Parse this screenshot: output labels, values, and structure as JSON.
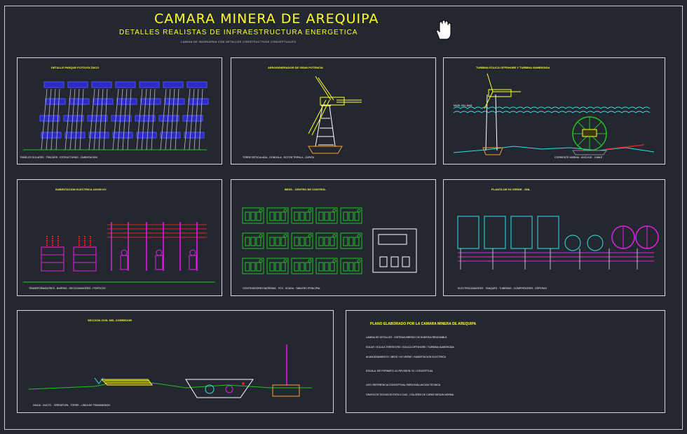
{
  "header": {
    "title": "CAMARA MINERA DE AREQUIPA",
    "subtitle": "DETALLES REALISTAS DE INFRAESTRUCTURA ENERGETICA",
    "caption": "LAMINA DE INGENIERIA CON DETALLES CONSTRUCTIVOS CONCEPTUALES"
  },
  "panels": {
    "solar": {
      "title": "DETALLE PARQUE FOTOVOLTAICO",
      "note": "PANELES SOLARES - TRACKER - ESTRUCTURAS - CIMENTACION"
    },
    "wind": {
      "title": "AEROGENERADOR DE GRAN POTENCIA",
      "note": "TORRE RETICULADA - GONDOLA - ROTOR TRIPALA - ZAPATA"
    },
    "offshore": {
      "title": "TURBINA EOLICA OFFSHORE Y TURBINA SUMERGIDA",
      "note": "NIVEL DEL MAR",
      "note2": "CORRIENTE MARINA - ANCLAJE - CABLE"
    },
    "substation": {
      "title": "SUBESTACION ELECTRICA 220/60 KV",
      "note": "TRANSFORMADORES - BARRAS - SECCIONADORES - PORTICOS"
    },
    "battery": {
      "title": "BESS - CENTRO DE CONTROL",
      "note": "CONTENEDORES BATERIAS - PCS - SCADA - TABLERO PRINCIPAL"
    },
    "hydrogen": {
      "title": "PLANTA DE H2 VERDE - GNL",
      "note": "ELECTROLIZADORES - TANQUES - TUBERIAS - COMPRESORES - ESFERAS"
    },
    "civil": {
      "title": "SECCION CIVIL DEL CORREDOR",
      "note": "ZANJA - DUCTO - TERRAPLEN - TORRE - LINEA DE TRANSMISION"
    },
    "info": {
      "title": "PLANO ELABORADO POR LA CAMARA MINERA DE AREQUIPA",
      "lines": [
        "LAMINA DE DETALLES - SISTEMA HIBRIDO DE ENERGIA RENOVABLE",
        "SOLAR / EOLICA TERRESTRE / EOLICA OFFSHORE / TURBINA SUMERGIDA",
        "ALMACENAMIENTO / BESS / H2 VERDE / SUBESTACION ELECTRICA",
        "ESCALA: S/E      FORMATO: A1      REVISION: 01 / CONCEPTUAL",
        "USO: REFERENCIA CONCEPTUAL PARA EVALUACION TECNICA",
        "GRAFICOS TECNICOS ESTILO CAD - COLORES DE CAPAS SEGUN NORMA"
      ]
    }
  },
  "colors": {
    "background": "#232830",
    "border": "#d9d9d9",
    "title": "#ffff33",
    "cyan": "#33e0e0",
    "magenta": "#e020e0",
    "green": "#22c322"
  },
  "cursor_icon": "hand-pointer-icon"
}
